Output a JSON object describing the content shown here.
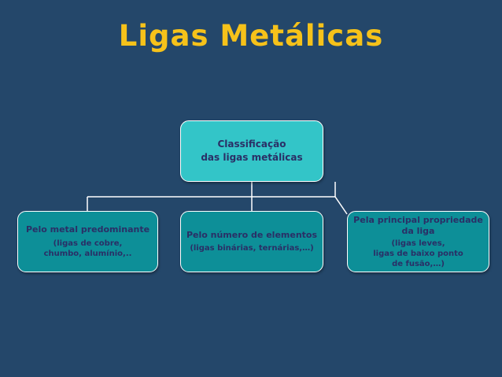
{
  "title": "Ligas Metálicas",
  "colors": {
    "background": "#24476a",
    "title": "#f6c21a",
    "root_fill": "#33c5c8",
    "child_fill": "#0d8f98",
    "text": "#2a2f66",
    "connector": "#ffffff"
  },
  "root": {
    "line1": "Classificação",
    "line2": "das ligas metálicas"
  },
  "children": [
    {
      "heading": [
        "Pelo metal predominante"
      ],
      "detail": [
        "(ligas de cobre,",
        "chumbo, alumínio,.."
      ]
    },
    {
      "heading": [
        "Pelo número de elementos"
      ],
      "detail": [
        "(ligas binárias, ternárias,…)"
      ]
    },
    {
      "heading": [
        "Pela principal propriedade",
        "da liga"
      ],
      "detail": [
        "(ligas leves,",
        "ligas de baixo ponto",
        "de fusão,…)"
      ]
    }
  ]
}
